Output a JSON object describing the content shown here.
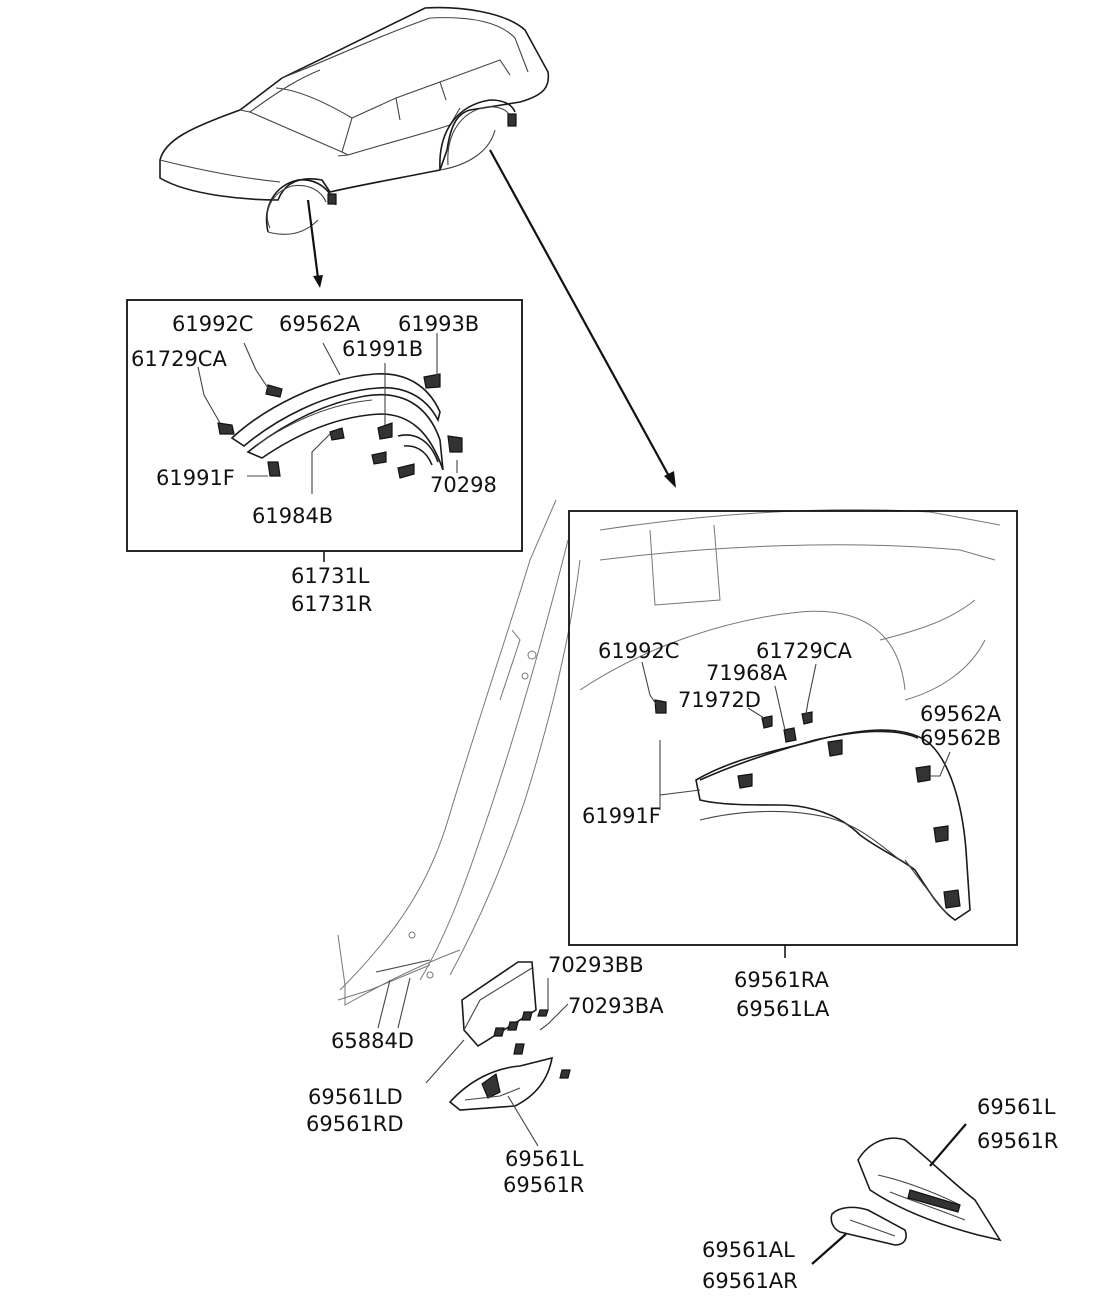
{
  "labels": {
    "inset1": {
      "l61992C": "61992C",
      "l69562A": "69562A",
      "l61993B": "61993B",
      "l61729CA": "61729CA",
      "l61991B": "61991B",
      "l61991F": "61991F",
      "l70298": "70298",
      "l61984B": "61984B"
    },
    "inset1_assembly": [
      "61731L",
      "61731R"
    ],
    "inset2": {
      "l61992C": "61992C",
      "l61729CA": "61729CA",
      "l71968A": "71968A",
      "l71972D": "71972D",
      "l69562A": "69562A",
      "l69562B": "69562B",
      "l61991F": "61991F"
    },
    "inset2_assembly": [
      "69561RA",
      "69561LA"
    ],
    "lower": {
      "l70293BB": "70293BB",
      "l70293BA": "70293BA",
      "l65884D": "65884D",
      "ld1": "69561LD",
      "ld2": "69561RD",
      "lm1": "69561L",
      "lm2": "69561R",
      "lr1": "69561L",
      "lr2": "69561R",
      "la1": "69561AL",
      "la2": "69561AR"
    }
  }
}
